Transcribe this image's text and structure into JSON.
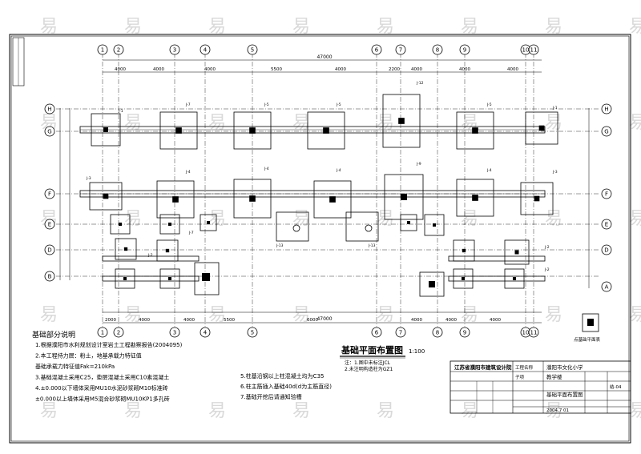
{
  "watermark_text": "易",
  "axes": {
    "top": [
      "1",
      "2",
      "3",
      "4",
      "5",
      "6",
      "7",
      "8",
      "9",
      "10",
      "11"
    ],
    "bottom": [
      "1",
      "2",
      "3",
      "4",
      "5",
      "6",
      "7",
      "8",
      "9",
      "10",
      "11"
    ],
    "left": [
      "H",
      "G",
      "F",
      "E",
      "D",
      "B"
    ],
    "right": [
      "H",
      "G",
      "F",
      "E",
      "D",
      "A"
    ]
  },
  "dims": {
    "overall": "47000",
    "top_spans": [
      "4000",
      "4000",
      "4000",
      "5500",
      "4000",
      "2200",
      "4000",
      "4000",
      "4000"
    ],
    "bottom_spans": [
      "2000",
      "4000",
      "4000",
      "5500",
      "6000",
      "4000",
      "4000",
      "4000"
    ]
  },
  "notes": {
    "heading": "基础部分说明",
    "lines": [
      "1.根据濮阳市水利规划设计室岩土工程勘察报告(2004095)",
      "2.本工程持力层：粉土，地基承载力特征值",
      "  基础承载力特征值Fak=210kPa",
      "3.基础混凝土采用C25，垫层混凝土采用C10素混凝土",
      "4.±0.000以下墙体采用MU10水泥砂浆砌M10标准砖",
      "  ±0.000以上墙体采用M5混合砂浆砌MU10KP1多孔砖"
    ],
    "lines_right": [
      "5.柱基沿钢以上柱混凝土均为C35",
      "6.柱主筋插入基础40d(d为主筋直径)",
      "7.基础开挖后请通知验槽"
    ]
  },
  "plan_title": "基础平面布置图",
  "plan_scale": "1:100",
  "legend": [
    "注：1.图中未标注JCL",
    "2.未注明构造柱为GZ1"
  ],
  "detail_label": "点基础平面表",
  "title_block": {
    "company": "江苏省濮阳市建筑设计院",
    "project_label": "工程名称",
    "project": "濮阳市文化小学",
    "sub_label": "子项",
    "sub": "教学楼",
    "drawing_title": "基础平面布置图",
    "drawing_no": "结-04",
    "date": "2004.7 01"
  }
}
